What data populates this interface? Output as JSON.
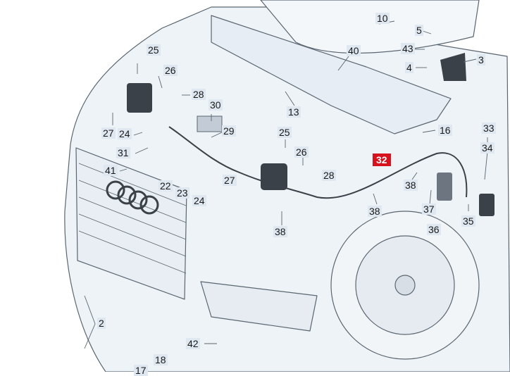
{
  "callouts": [
    "10",
    "5",
    "43",
    "4",
    "3",
    "40",
    "25",
    "26",
    "28",
    "13",
    "30",
    "27",
    "24",
    "29",
    "31",
    "41",
    "16",
    "33",
    "34",
    "32",
    "22",
    "23",
    "38",
    "37",
    "36",
    "35",
    "2",
    "42",
    "18",
    "17"
  ],
  "highlighted": "32",
  "colors": {
    "line": "#5a6670",
    "car_fill": "#eef3f8",
    "label_bg": "#dfe7f1",
    "highlight": "#d6121f",
    "part_dark": "#3b4148"
  }
}
